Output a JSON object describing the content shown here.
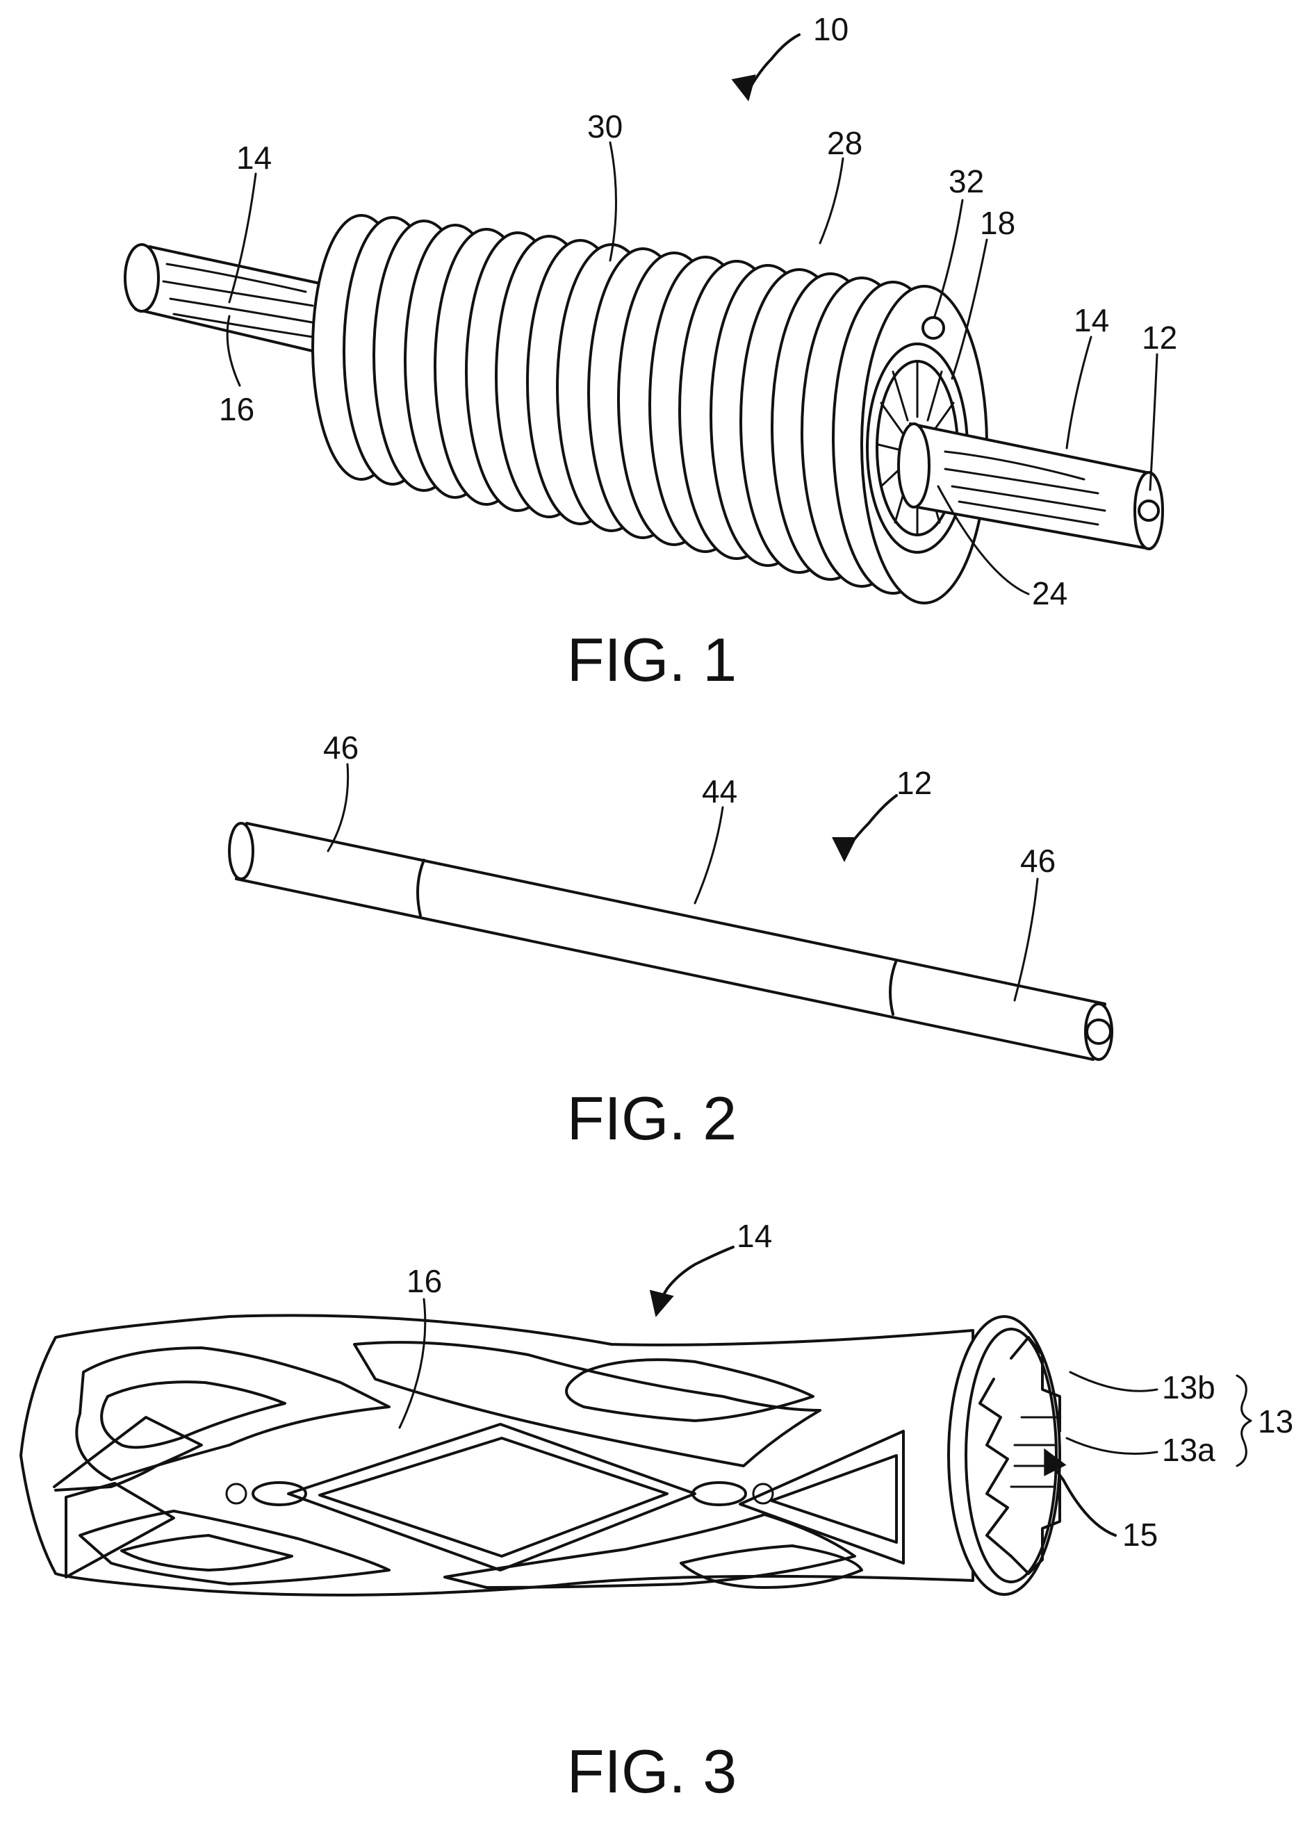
{
  "figures": [
    {
      "caption": "FIG. 1",
      "refs": [
        "10",
        "30",
        "28",
        "32",
        "18",
        "14",
        "14",
        "12",
        "16",
        "24"
      ]
    },
    {
      "caption": "FIG. 2",
      "refs": [
        "46",
        "44",
        "12",
        "46"
      ]
    },
    {
      "caption": "FIG. 3",
      "refs": [
        "14",
        "16",
        "13b",
        "13a",
        "13",
        "15"
      ]
    }
  ]
}
